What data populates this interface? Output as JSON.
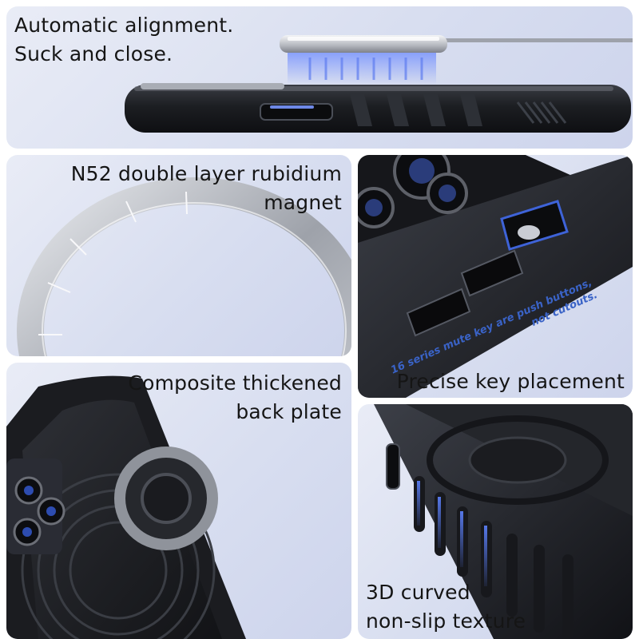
{
  "panels": {
    "alignment": {
      "line1": "Automatic alignment.",
      "line2": "Suck and close."
    },
    "magnet": {
      "line1": "N52 double layer rubidium",
      "line2": "magnet"
    },
    "keys": {
      "title": "Precise key placement",
      "note_line1": "16 series mute key are push buttons,",
      "note_line2": "not cutouts."
    },
    "backplate": {
      "line1": "Composite thickened",
      "line2": "back plate"
    },
    "texture": {
      "line1": "3D curved",
      "line2": "non-slip texture"
    }
  },
  "colors": {
    "panel_bg": "#dde2f1",
    "case_black": "#1d1f24",
    "magnet_silver": "#b9bcc3",
    "accent_blue": "#3a63c7",
    "text": "#151515"
  }
}
